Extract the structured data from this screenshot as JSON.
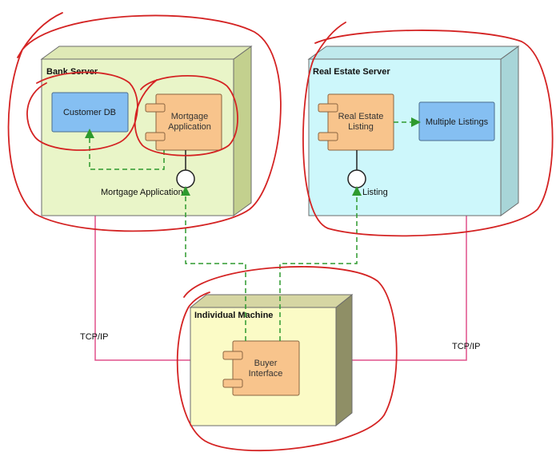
{
  "nodes": {
    "bank_server": {
      "title": "Bank Server"
    },
    "real_estate_server": {
      "title": "Real Estate Server"
    },
    "individual_machine": {
      "title": "Individual Machine"
    }
  },
  "components": {
    "customer_db": {
      "label": "Customer DB"
    },
    "mortgage_application": {
      "line1": "Mortgage",
      "line2": "Application"
    },
    "real_estate_listing": {
      "line1": "Real Estate",
      "line2": "Listing"
    },
    "multiple_listings": {
      "label": "Multiple Listings"
    },
    "buyer_interface": {
      "line1": "Buyer",
      "line2": "Interface"
    }
  },
  "interfaces": {
    "mortgage_application": {
      "label": "Mortgage Application"
    },
    "listing": {
      "label": "Listing"
    }
  },
  "connections": {
    "bank_to_individual": {
      "label": "TCP/IP"
    },
    "realestate_to_individual": {
      "label": "TCP/IP"
    }
  },
  "colors": {
    "bank_server_fill": "#e9f5c8",
    "real_estate_fill": "#cdf7fb",
    "individual_fill": "#fbfbc6",
    "component_fill": "#f8c48c",
    "database_fill": "#85bff2",
    "tcp_line": "#e0508c",
    "dependency": "#2e9a2e",
    "annotation": "#d42323"
  }
}
